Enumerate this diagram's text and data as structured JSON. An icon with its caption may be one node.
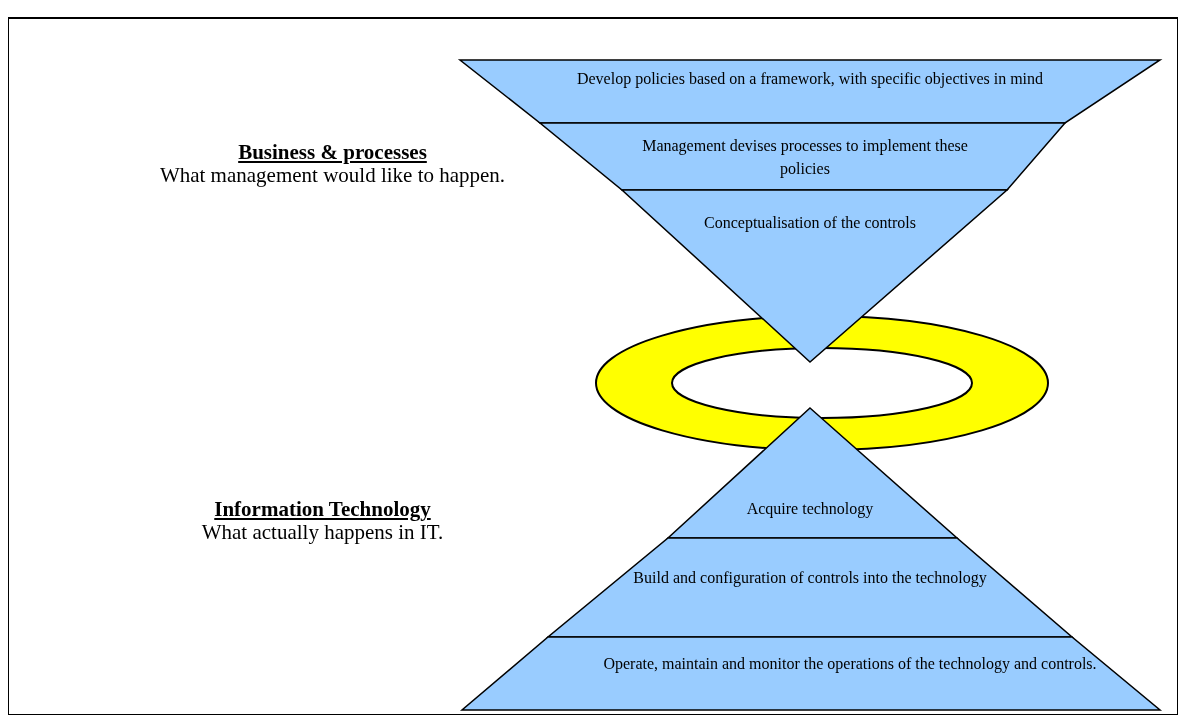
{
  "diagram": {
    "nodes": [
      {
        "text": [
          "Develop policies based on a framework, with specific objectives in mind"
        ]
      },
      {
        "text": [
          "Management devises processes to implement these policies"
        ]
      },
      {
        "text": [
          "Conceptualisation of the controls"
        ]
      },
      {
        "text": [],
        "shape": "ring"
      },
      {
        "text": [
          "Acquire technology"
        ]
      },
      {
        "text": [
          "Build and configuration of controls into the technology"
        ]
      },
      {
        "text": [
          "Operate, maintain and monitor the operations of the technology and controls."
        ]
      }
    ],
    "edges": [],
    "labels": [
      "Business & processes",
      "What management would like to happen.",
      "Information Technology",
      "What actually happens in IT."
    ]
  }
}
